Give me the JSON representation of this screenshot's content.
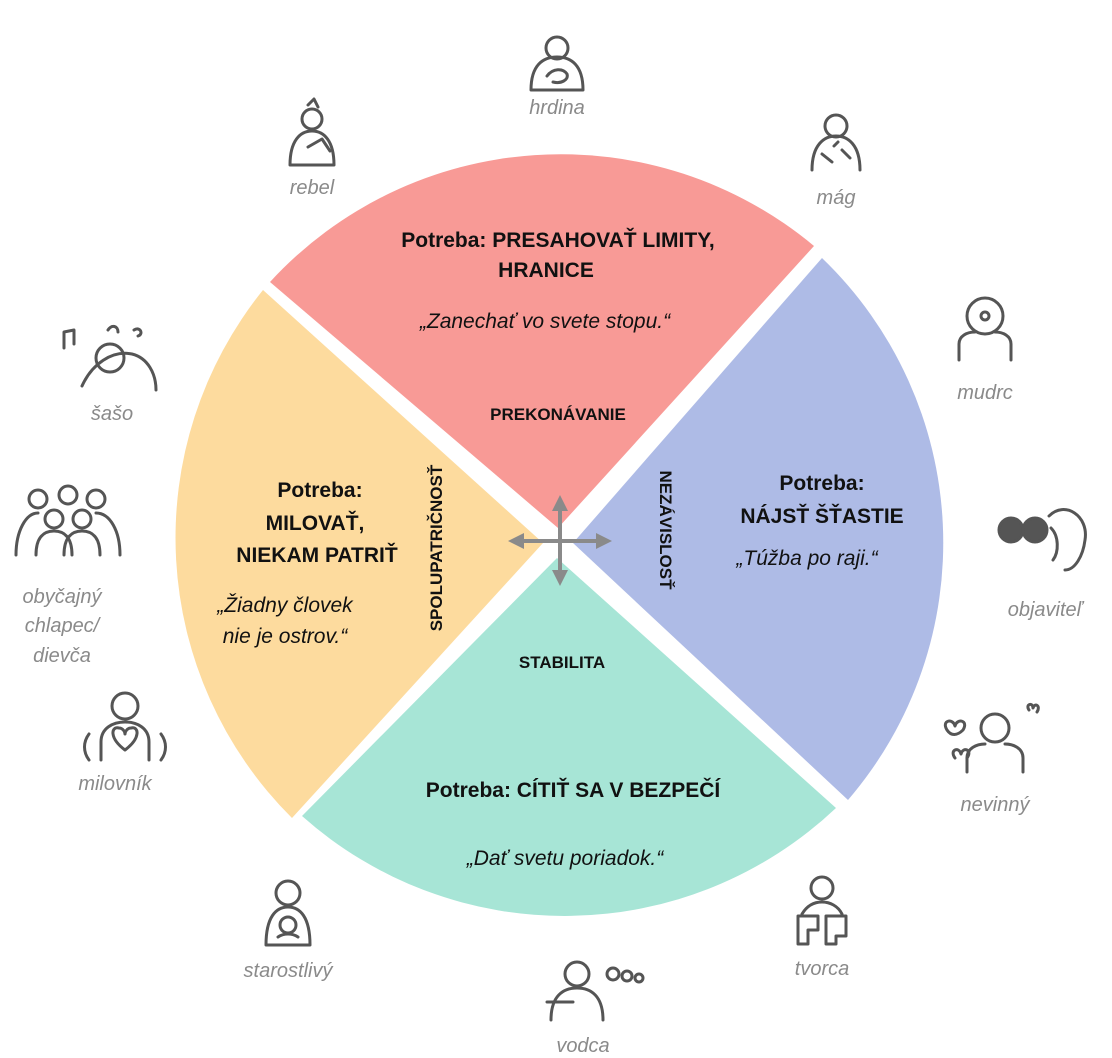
{
  "colors": {
    "top": "#f89a96",
    "right": "#aebbe6",
    "bottom": "#a7e5d6",
    "left": "#fddb9e",
    "arrow": "#8a8a8a",
    "label_gray": "#8a8a8a"
  },
  "quadrants": {
    "top": {
      "need_line1": "Potreba: PRESAHOVAŤ LIMITY,",
      "need_line2": "HRANICE",
      "quote": "„Zanechať vo svete stopu.“",
      "axis": "PREKONÁVANIE"
    },
    "right": {
      "need_line1": "Potreba:",
      "need_line2": "NÁJSŤ ŠŤASTIE",
      "quote": "„Túžba po raji.“",
      "axis": "NEZÁVISLOSŤ"
    },
    "bottom": {
      "need_line1": "Potreba: CÍTIŤ SA V BEZPEČÍ",
      "quote": "„Dať svetu poriadok.“",
      "axis": "STABILITA"
    },
    "left": {
      "need_line1": "Potreba:",
      "need_line2": "MILOVAŤ,",
      "need_line3": "NIEKAM PATRIŤ",
      "quote_line1": "„Žiadny človek",
      "quote_line2": "nie je ostrov.“",
      "axis": "SPOLUPATRIČNOSŤ"
    }
  },
  "archetypes": {
    "hrdina": "hrdina",
    "mag": "mág",
    "rebel": "rebel",
    "mudrc": "mudrc",
    "saso": "šašo",
    "objavitel": "objaviteľ",
    "obycajny_line1": "obyčajný",
    "obycajny_line2": "chlapec/",
    "obycajny_line3": "dievča",
    "nevinny": "nevinný",
    "milovnik": "milovník",
    "starostlivy": "starostlivý",
    "tvorca": "tvorca",
    "vodca": "vodca"
  },
  "icons": {
    "hrdina": "hero-icon",
    "mag": "magician-icon",
    "rebel": "rebel-icon",
    "mudrc": "sage-icon",
    "saso": "jester-icon",
    "objavitel": "explorer-binoculars-icon",
    "obycajny": "everyman-group-icon",
    "nevinny": "innocent-butterfly-icon",
    "milovnik": "lover-heart-icon",
    "starostlivy": "caregiver-icon",
    "tvorca": "creator-icon",
    "vodca": "ruler-leader-icon"
  }
}
